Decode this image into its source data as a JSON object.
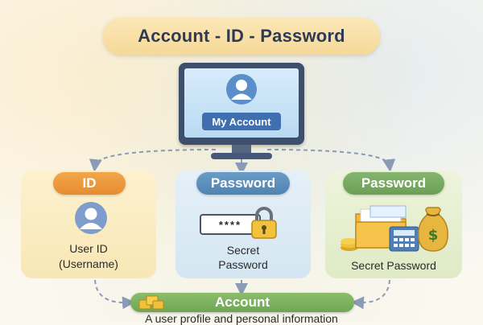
{
  "title": "Account - ID - Password",
  "monitor": {
    "button_label": "My Account"
  },
  "panels": {
    "id": {
      "header": "ID",
      "line1": "User ID",
      "line2": "(Username)"
    },
    "password_mid": {
      "header": "Password",
      "field": "****",
      "line1": "Secret",
      "line2": "Password"
    },
    "password_right": {
      "header": "Password",
      "line1": "Secret Password"
    }
  },
  "account": {
    "label": "Account",
    "caption": "A user profile and personal information"
  },
  "colors": {
    "title_banner": "#f6d999",
    "id_accent": "#e78c30",
    "password_mid_accent": "#4f83b2",
    "password_right_accent": "#6aa055",
    "account_bar": "#6ea653",
    "monitor": "#3d4f6d"
  },
  "icons": {
    "screen": "user-avatar-icon",
    "id_panel": "user-avatar-icon",
    "password_mid": "padlock-icon",
    "password_right": "money-folder-calculator-icon",
    "account_bar": "coins-stack-icon"
  }
}
